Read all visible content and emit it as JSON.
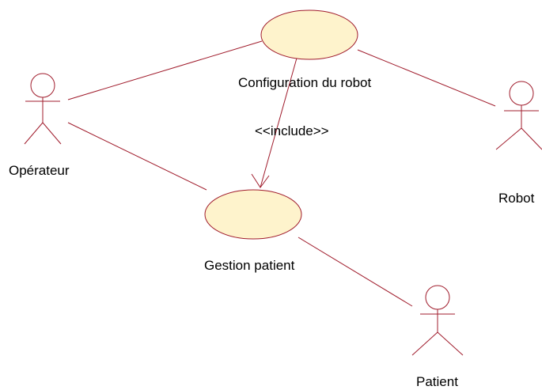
{
  "diagram": {
    "type": "use-case",
    "colors": {
      "line": "#a01c2c",
      "usecase_fill": "#fef3cc",
      "text": "#000000"
    },
    "actors": {
      "operateur": {
        "label": "Opérateur"
      },
      "robot": {
        "label": "Robot"
      },
      "patient": {
        "label": "Patient"
      }
    },
    "use_cases": {
      "configuration": {
        "label": "Configuration du robot"
      },
      "gestion": {
        "label": "Gestion patient"
      }
    },
    "relations": [
      {
        "from": "Opérateur",
        "to": "Configuration du robot",
        "kind": "association"
      },
      {
        "from": "Opérateur",
        "to": "Gestion patient",
        "kind": "association"
      },
      {
        "from": "Configuration du robot",
        "to": "Robot",
        "kind": "association"
      },
      {
        "from": "Patient",
        "to": "Gestion patient",
        "kind": "association"
      },
      {
        "from": "Configuration du robot",
        "to": "Gestion patient",
        "kind": "dependency",
        "stereotype": "<<include>>"
      }
    ],
    "include_label": "<<include>>"
  }
}
